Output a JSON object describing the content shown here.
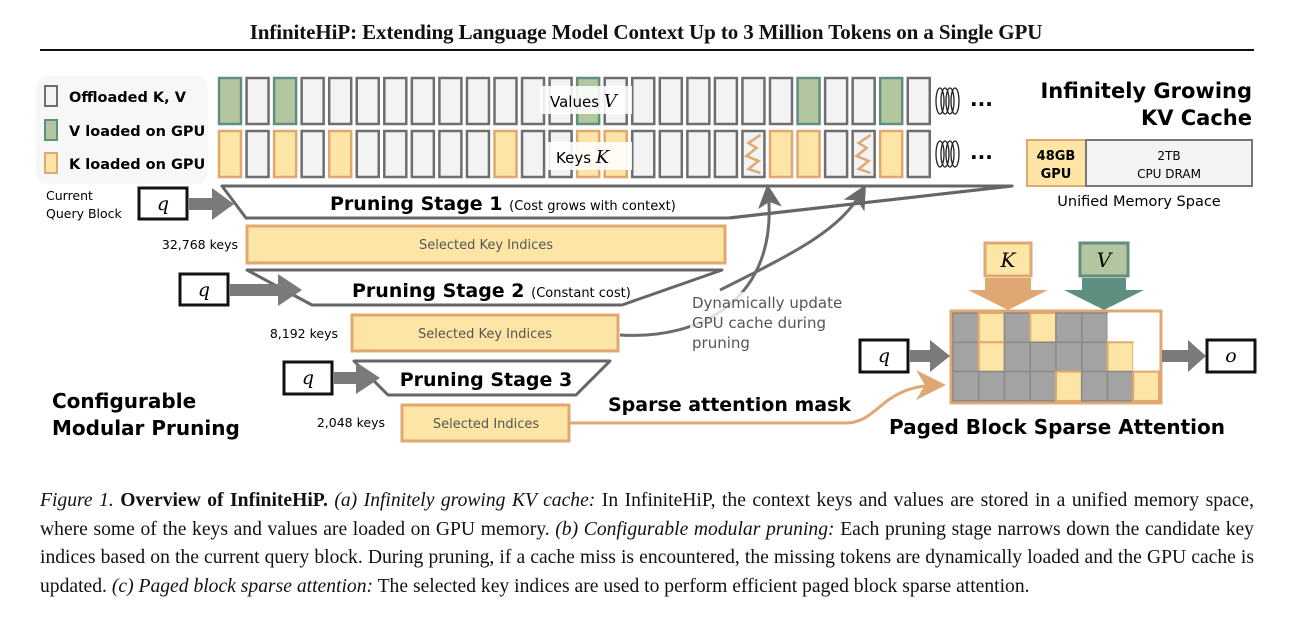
{
  "header": {
    "title": "InfiniteHiP: Extending Language Model Context Up to 3 Million Tokens on a Single GPU"
  },
  "colors": {
    "offloaded_fill": "#f3f3f3",
    "offloaded_stroke": "#6e6e6e",
    "v_fill": "#b4c6a0",
    "v_stroke": "#5f8f7f",
    "k_fill": "#fde5a6",
    "k_stroke": "#e0a870",
    "arrow_gray": "#777777",
    "mask_gray": "#a3a3a3",
    "k_arrow": "#dfa873",
    "v_arrow": "#5f8f7f"
  },
  "legend": {
    "items": [
      {
        "label": "Offloaded K, V",
        "kind": "offloaded"
      },
      {
        "label": "V loaded on GPU",
        "kind": "v"
      },
      {
        "label": "K loaded on GPU",
        "kind": "k"
      }
    ]
  },
  "kv_cache": {
    "values_label": "Values",
    "values_symbol": "V",
    "keys_label": "Keys",
    "keys_symbol": "K",
    "values_row": [
      "v",
      "o",
      "v",
      "o",
      "o",
      "o",
      "o",
      "o",
      "o",
      "o",
      "o",
      "o",
      "o",
      "v",
      "o",
      "o",
      "o",
      "o",
      "o",
      "o",
      "o",
      "v",
      "o",
      "o",
      "v",
      "o"
    ],
    "keys_row": [
      "k",
      "o",
      "k",
      "o",
      "k",
      "o",
      "o",
      "o",
      "o",
      "o",
      "k",
      "o",
      "o",
      "k",
      "k",
      "o",
      "o",
      "o",
      "o",
      "z",
      "k",
      "k",
      "o",
      "z",
      "k",
      "o"
    ],
    "ellipsis": "...",
    "title_line1": "Infinitely Growing",
    "title_line2": "KV Cache"
  },
  "memory": {
    "gpu_line1": "48GB",
    "gpu_line2": "GPU",
    "cpu_line1": "2TB",
    "cpu_line2": "CPU DRAM",
    "label": "Unified Memory Space"
  },
  "query": {
    "current_label_line1": "Current",
    "current_label_line2": "Query Block",
    "symbol": "q"
  },
  "pruning": {
    "stage1": {
      "title": "Pruning Stage 1",
      "note": "(Cost grows with context)",
      "keys": "32,768 keys",
      "output": "Selected Key Indices"
    },
    "stage2": {
      "title": "Pruning Stage 2",
      "note": "(Constant cost)",
      "keys": "8,192 keys",
      "output": "Selected Key Indices"
    },
    "stage3": {
      "title": "Pruning Stage 3",
      "note": "",
      "keys": "2,048 keys",
      "output": "Selected Indices"
    },
    "section_line1": "Configurable",
    "section_line2": "Modular Pruning",
    "dynamic_note_line1": "Dynamically update",
    "dynamic_note_line2": "GPU cache during",
    "dynamic_note_line3": "pruning",
    "mask_label": "Sparse attention mask"
  },
  "attention": {
    "k_symbol": "K",
    "v_symbol": "V",
    "q_symbol": "q",
    "o_symbol": "o",
    "grid": [
      [
        "g",
        "y",
        "g",
        "y",
        "g",
        "g",
        "w",
        "w"
      ],
      [
        "g",
        "y",
        "g",
        "g",
        "g",
        "g",
        "y",
        "w"
      ],
      [
        "g",
        "g",
        "g",
        "g",
        "y",
        "g",
        "g",
        "y"
      ]
    ],
    "label": "Paged Block Sparse Attention"
  },
  "caption": {
    "fig": "Figure 1.",
    "bold": "Overview of InfiniteHiP.",
    "a_head": "(a) Infinitely growing KV cache:",
    "a_text": "In InfiniteHiP, the context keys and values are stored in a unified memory space, where some of the keys and values are loaded on GPU memory.",
    "b_head": "(b) Configurable modular pruning:",
    "b_text": "Each pruning stage narrows down the candidate key indices based on the current query block. During pruning, if a cache miss is encountered, the missing tokens are dynamically loaded and the GPU cache is updated.",
    "c_head": "(c) Paged block sparse attention:",
    "c_text": "The selected key indices are used to perform efficient paged block sparse attention."
  }
}
